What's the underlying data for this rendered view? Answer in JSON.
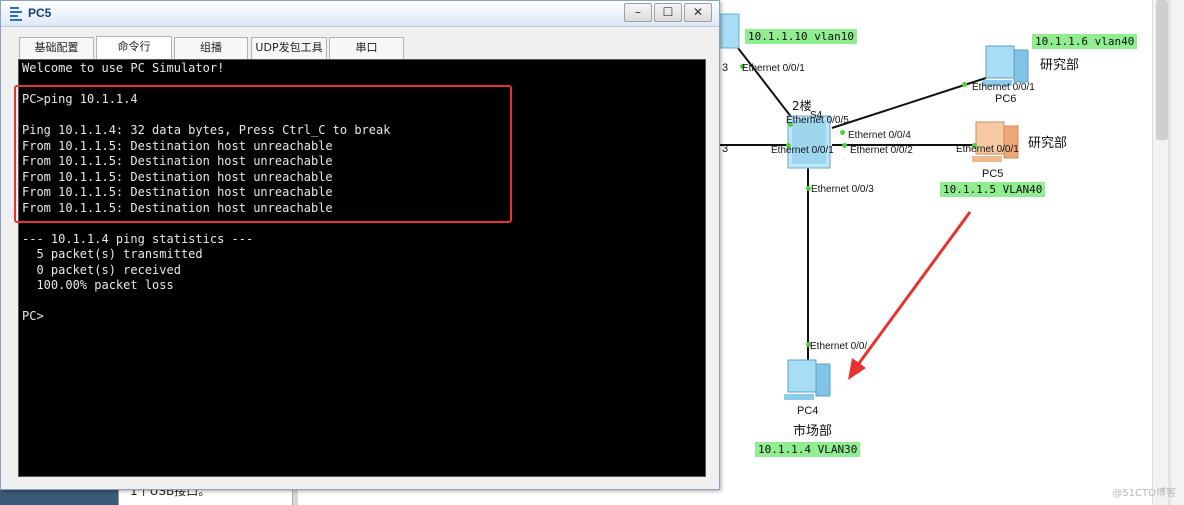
{
  "window": {
    "title": "PC5",
    "tabs": [
      "基础配置",
      "命令行",
      "组播",
      "UDP发包工具",
      "串口"
    ],
    "active_tab": "命令行",
    "controls": {
      "minimize": "–",
      "maximize": "☐",
      "close": "✕"
    }
  },
  "terminal": {
    "lines": [
      "Welcome to use PC Simulator!",
      "",
      "PC>ping 10.1.1.4",
      "",
      "Ping 10.1.1.4: 32 data bytes, Press Ctrl_C to break",
      "From 10.1.1.5: Destination host unreachable",
      "From 10.1.1.5: Destination host unreachable",
      "From 10.1.1.5: Destination host unreachable",
      "From 10.1.1.5: Destination host unreachable",
      "From 10.1.1.5: Destination host unreachable",
      "",
      "--- 10.1.1.4 ping statistics ---",
      "  5 packet(s) transmitted",
      "  0 packet(s) received",
      "  100.00% packet loss",
      "",
      "PC>"
    ]
  },
  "topology": {
    "labels": {
      "pc_top_ip": "10.1.1.10 vlan10",
      "pc6_ip": "10.1.1.6 vlan40",
      "pc6_dept": "研究部",
      "pc6_name": "PC6",
      "pc5_ip": "10.1.1.5 VLAN40",
      "pc5_dept": "研究部",
      "pc5_name": "PC5",
      "pc4_ip": "10.1.1.4 VLAN30",
      "pc4_dept": "市场部",
      "pc4_name": "PC4",
      "switch_name": "2楼",
      "switch_sub": "S4",
      "edge_left": "3",
      "edge_left2": "3"
    },
    "ports": {
      "p_top": "Ethernet 0/0/1",
      "p_sw_05": "Ethernet 0/0/5",
      "p_sw_04": "Ethernet 0/0/4",
      "p_sw_01": "Ethernet 0/0/1",
      "p_sw_02": "Ethernet 0/0/2",
      "p_sw_03": "Ethernet 0/0/3",
      "p_pc6": "Ethernet 0/0/1",
      "p_pc5": "Ethernet 0/0/1",
      "p_pc4": "Ethernet 0/0/"
    }
  },
  "background": {
    "doc_text": "1个USB接口。",
    "watermark": "@51CTO博客"
  },
  "colors": {
    "terminal_bg": "#000000",
    "terminal_fg": "#e8e8e8",
    "highlight": "#e8322e",
    "tag_bg": "#90ee90",
    "port_dot": "#4ccf3a"
  }
}
